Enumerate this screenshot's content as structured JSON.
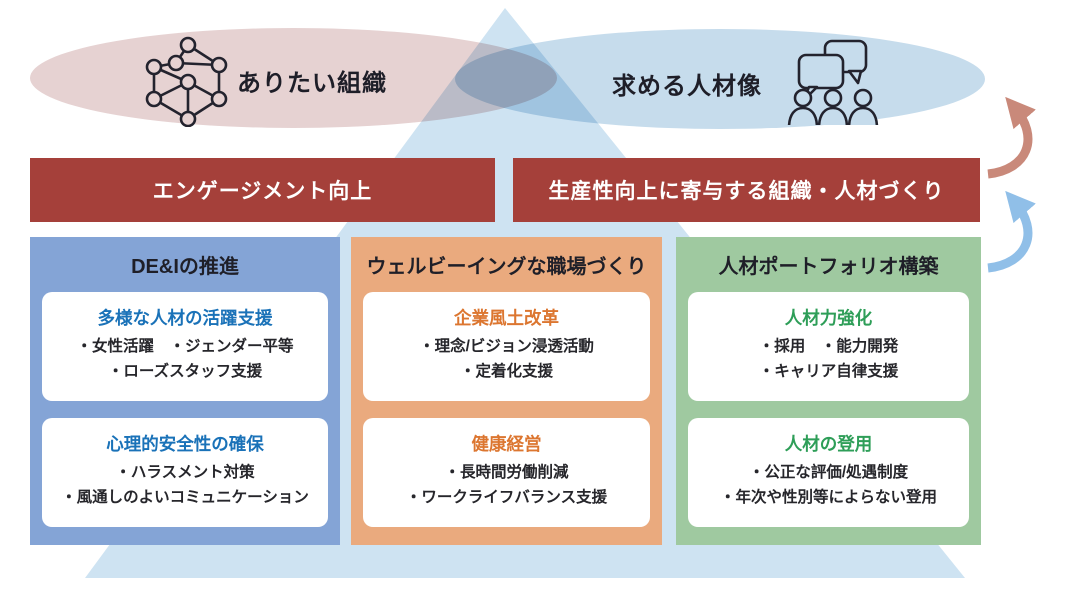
{
  "header": {
    "left_ellipse": {
      "label": "ありたい組織",
      "icon": "network-icon"
    },
    "right_ellipse": {
      "label": "求める人材像",
      "icon": "people-chat-icon"
    }
  },
  "banners": [
    {
      "label": "エンゲージメント向上"
    },
    {
      "label": "生産性向上に寄与する組織・人材づくり"
    }
  ],
  "columns": [
    {
      "title": "DE&Iの推進",
      "boxes": [
        {
          "title": "多様な人材の活躍支援",
          "items": [
            "・女性活躍　・ジェンダー平等",
            "・ローズスタッフ支援"
          ]
        },
        {
          "title": "心理的安全性の確保",
          "items": [
            "・ハラスメント対策",
            "・風通しのよいコミュニケーション"
          ]
        }
      ]
    },
    {
      "title": "ウェルビーイングな職場づくり",
      "boxes": [
        {
          "title": "企業風土改革",
          "items": [
            "・理念/ビジョン浸透活動",
            "・定着化支援"
          ]
        },
        {
          "title": "健康経営",
          "items": [
            "・長時間労働削減",
            "・ワークライフバランス支援"
          ]
        }
      ]
    },
    {
      "title": "人材ポートフォリオ構築",
      "boxes": [
        {
          "title": "人材力強化",
          "items": [
            "・採用　・能力開発",
            "・キャリア自律支援"
          ]
        },
        {
          "title": "人材の登用",
          "items": [
            "・公正な評価/処遇制度",
            "・年次や性別等によらない登用"
          ]
        }
      ]
    }
  ],
  "colors": {
    "banner_red": "#A5403A",
    "column_blue": "#84A4D6",
    "column_orange": "#EAAA7E",
    "column_green": "#9FC9A0",
    "title_blue": "#1A72B8",
    "title_orange": "#DC7630",
    "title_green": "#2E9E58",
    "ellipse_pink": "#E6D2D2",
    "ellipse_blue": "#C6DCEC",
    "triangle_blue": "#CEE3F2",
    "arrow_salmon": "#C9897A",
    "arrow_blue": "#90BFE8"
  }
}
